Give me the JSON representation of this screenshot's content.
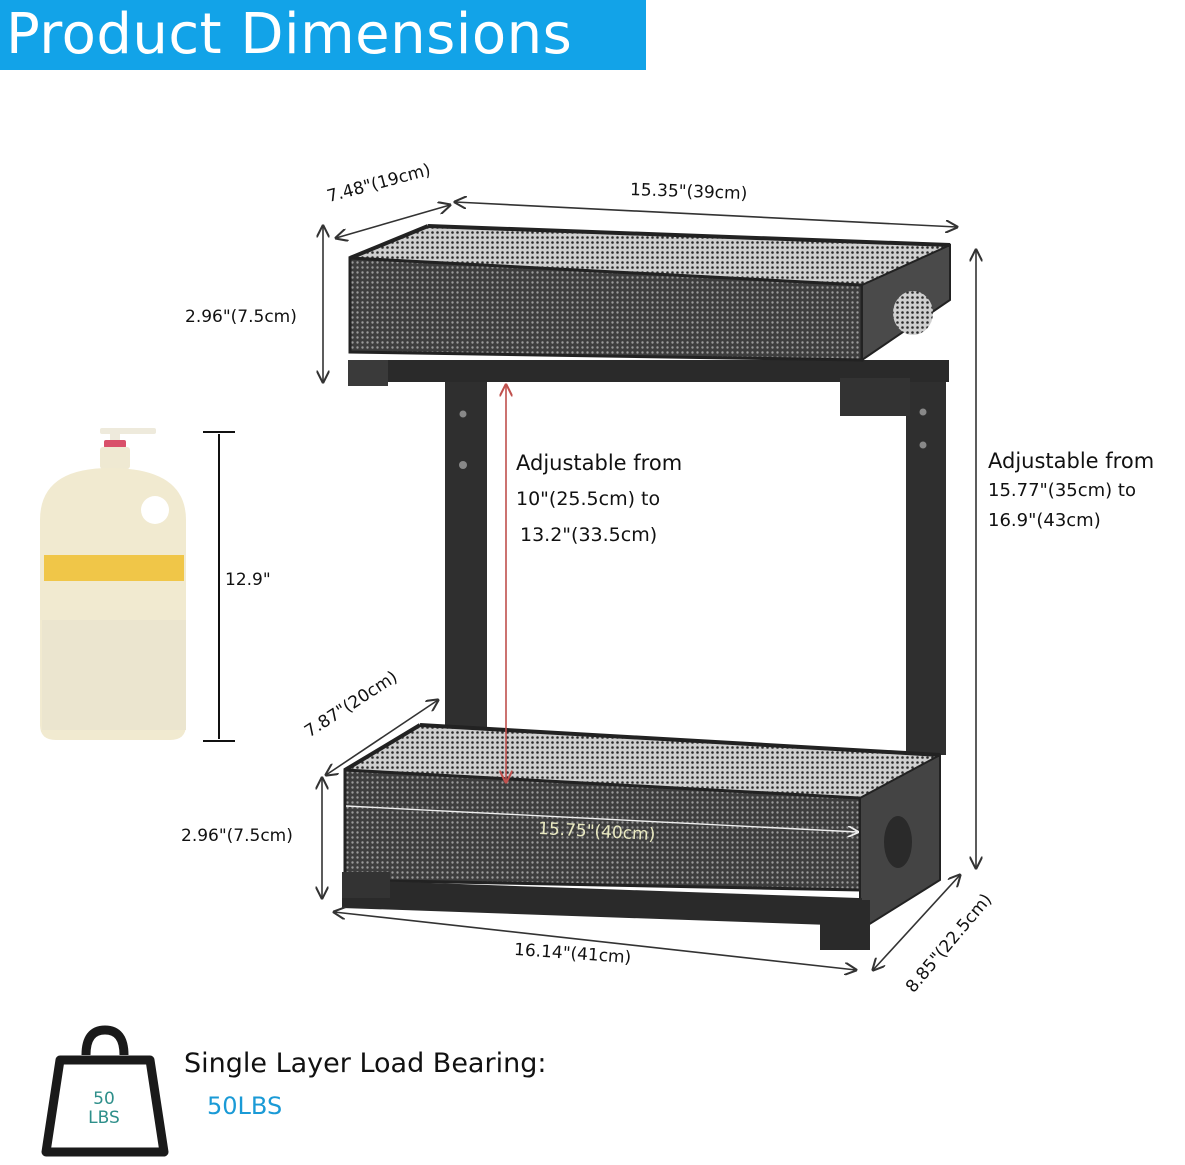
{
  "title": "Product Dimensions",
  "colors": {
    "banner": "#12a3e8",
    "rack_metal": "#3a3a3a",
    "height_arrow": "#c0504d",
    "inner_label": "#e8e8c0",
    "load_value": "#1a9ad6",
    "weight_icon_text": "#2e8f8a"
  },
  "dimensions": {
    "top_depth": "7.48\"(19cm)",
    "top_width": "15.35\"(39cm)",
    "top_height": "2.96\"(7.5cm)",
    "inner_adjustable": {
      "line1": "Adjustable from",
      "line2": "10\"(25.5cm) to",
      "line3": "13.2\"(33.5cm)"
    },
    "total_adjustable": {
      "line1": "Adjustable from",
      "line2": "15.77\"(35cm) to",
      "line3": "16.9\"(43cm)"
    },
    "bottle_height": "12.9\"",
    "bottom_depth": "7.87\"(20cm)",
    "bottom_height": "2.96\"(7.5cm)",
    "bottom_inner_width": "15.75\"(40cm)",
    "bottom_width": "16.14\"(41cm)",
    "base_depth": "8.85\"(22.5cm)"
  },
  "load": {
    "label": "Single Layer Load Bearing:",
    "value": "50LBS",
    "icon": "weight-icon",
    "icon_line1": "50",
    "icon_line2": "LBS"
  }
}
